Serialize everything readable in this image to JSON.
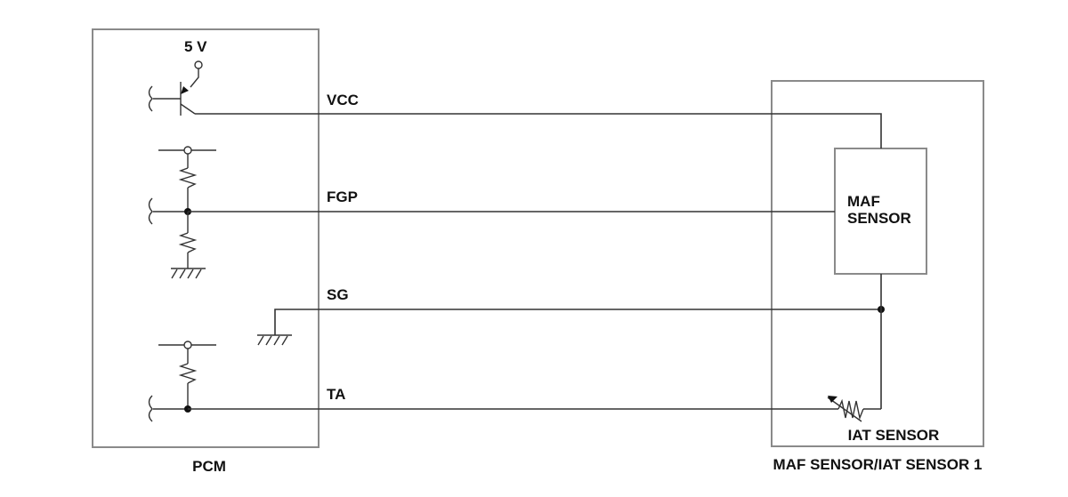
{
  "pcm": {
    "label": "PCM",
    "supply_label": "5 V"
  },
  "module": {
    "label": "MAF SENSOR/IAT SENSOR 1",
    "maf_label_line1": "MAF",
    "maf_label_line2": "SENSOR",
    "iat_label": "IAT SENSOR"
  },
  "wires": {
    "vcc": "VCC",
    "fgp": "FGP",
    "sg": "SG",
    "ta": "TA"
  }
}
